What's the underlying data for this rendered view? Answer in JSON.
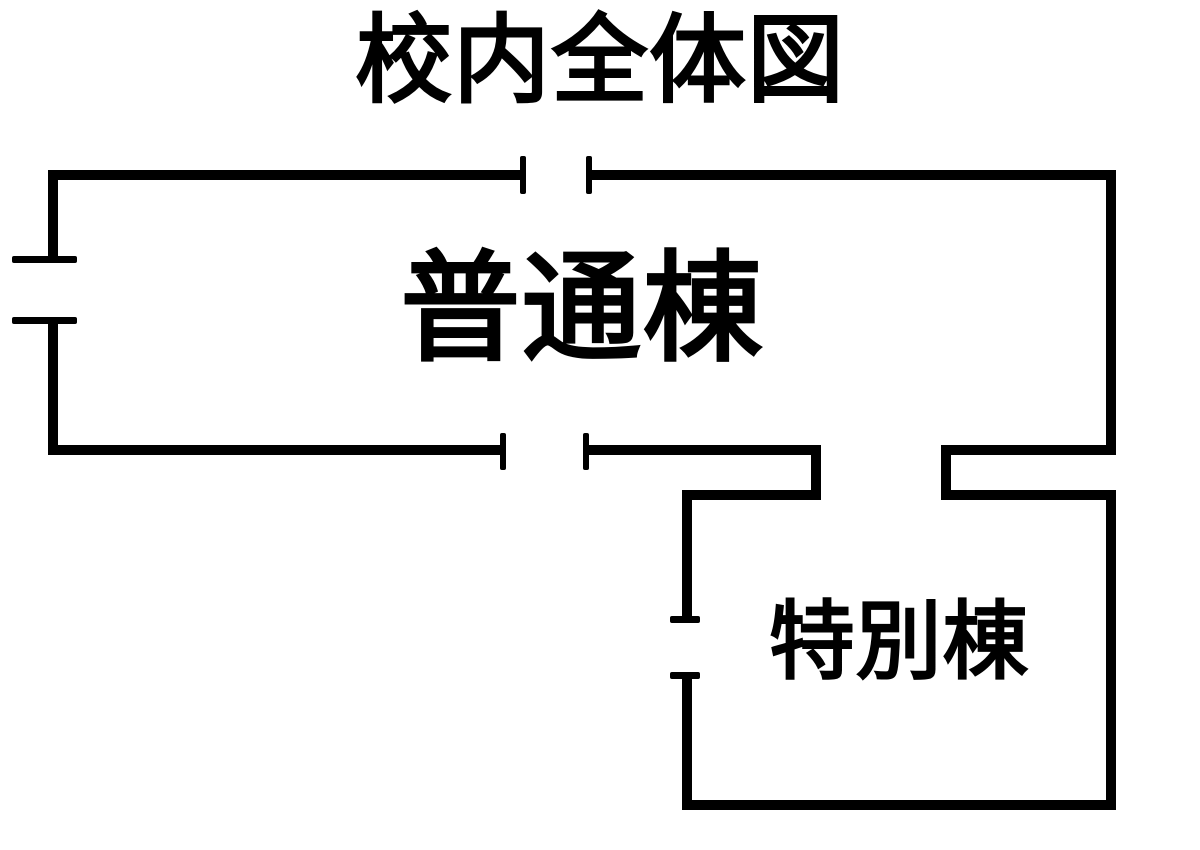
{
  "title": "校内全体図",
  "buildings": {
    "main": {
      "label": "普通棟"
    },
    "special": {
      "label": "特別棟"
    }
  },
  "colors": {
    "wall": "#000000",
    "background": "#ffffff",
    "text": "#000000"
  }
}
